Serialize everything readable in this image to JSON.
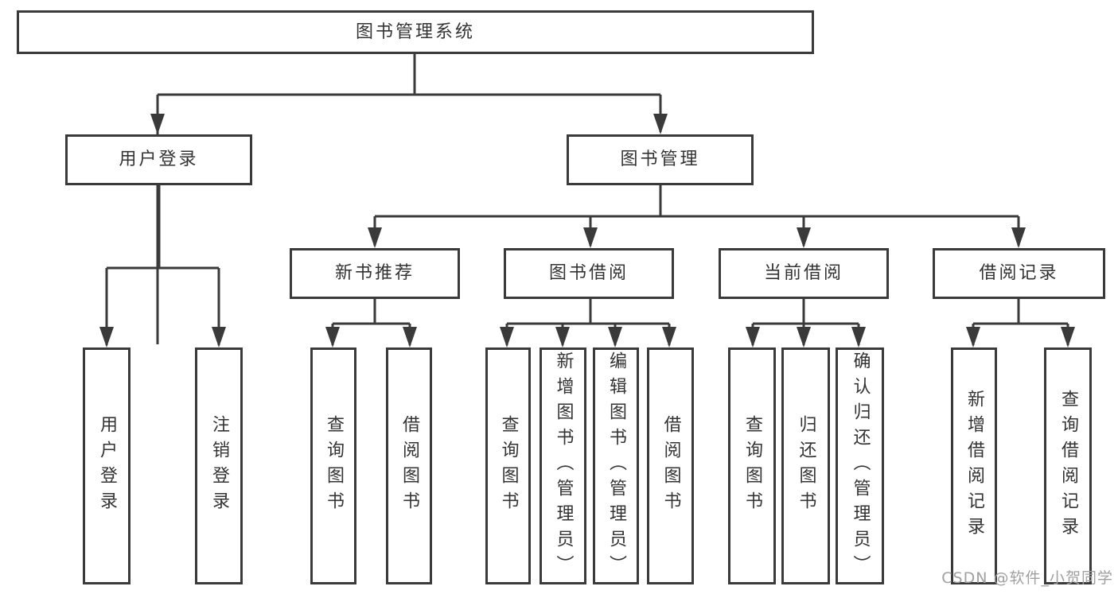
{
  "colors": {
    "line": "#3a3a3a",
    "border": "#3a3a3a",
    "text": "#333333",
    "box_background": "#ffffff",
    "page_background": "#ffffff",
    "watermark": "#a0a0a0"
  },
  "diagram_type": "hierarchy-flowchart",
  "tree": {
    "label": "图书管理系统",
    "children": [
      {
        "label": "用户登录",
        "children": [
          {
            "label": "用户登录"
          },
          {
            "label": "注销登录"
          }
        ]
      },
      {
        "label": "图书管理",
        "children": [
          {
            "label": "新书推荐",
            "children": [
              {
                "label": "查询图书"
              },
              {
                "label": "借阅图书"
              }
            ]
          },
          {
            "label": "图书借阅",
            "children": [
              {
                "label": "查询图书"
              },
              {
                "label": "新增图书（管理员）"
              },
              {
                "label": "编辑图书（管理员）"
              },
              {
                "label": "借阅图书"
              }
            ]
          },
          {
            "label": "当前借阅",
            "children": [
              {
                "label": "查询图书"
              },
              {
                "label": "归还图书"
              },
              {
                "label": "确认归还（管理员）"
              }
            ]
          },
          {
            "label": "借阅记录",
            "children": [
              {
                "label": "新增借阅记录"
              },
              {
                "label": "查询借阅记录"
              }
            ]
          }
        ]
      }
    ]
  },
  "watermark": "CSDN @软件_小贺同学"
}
